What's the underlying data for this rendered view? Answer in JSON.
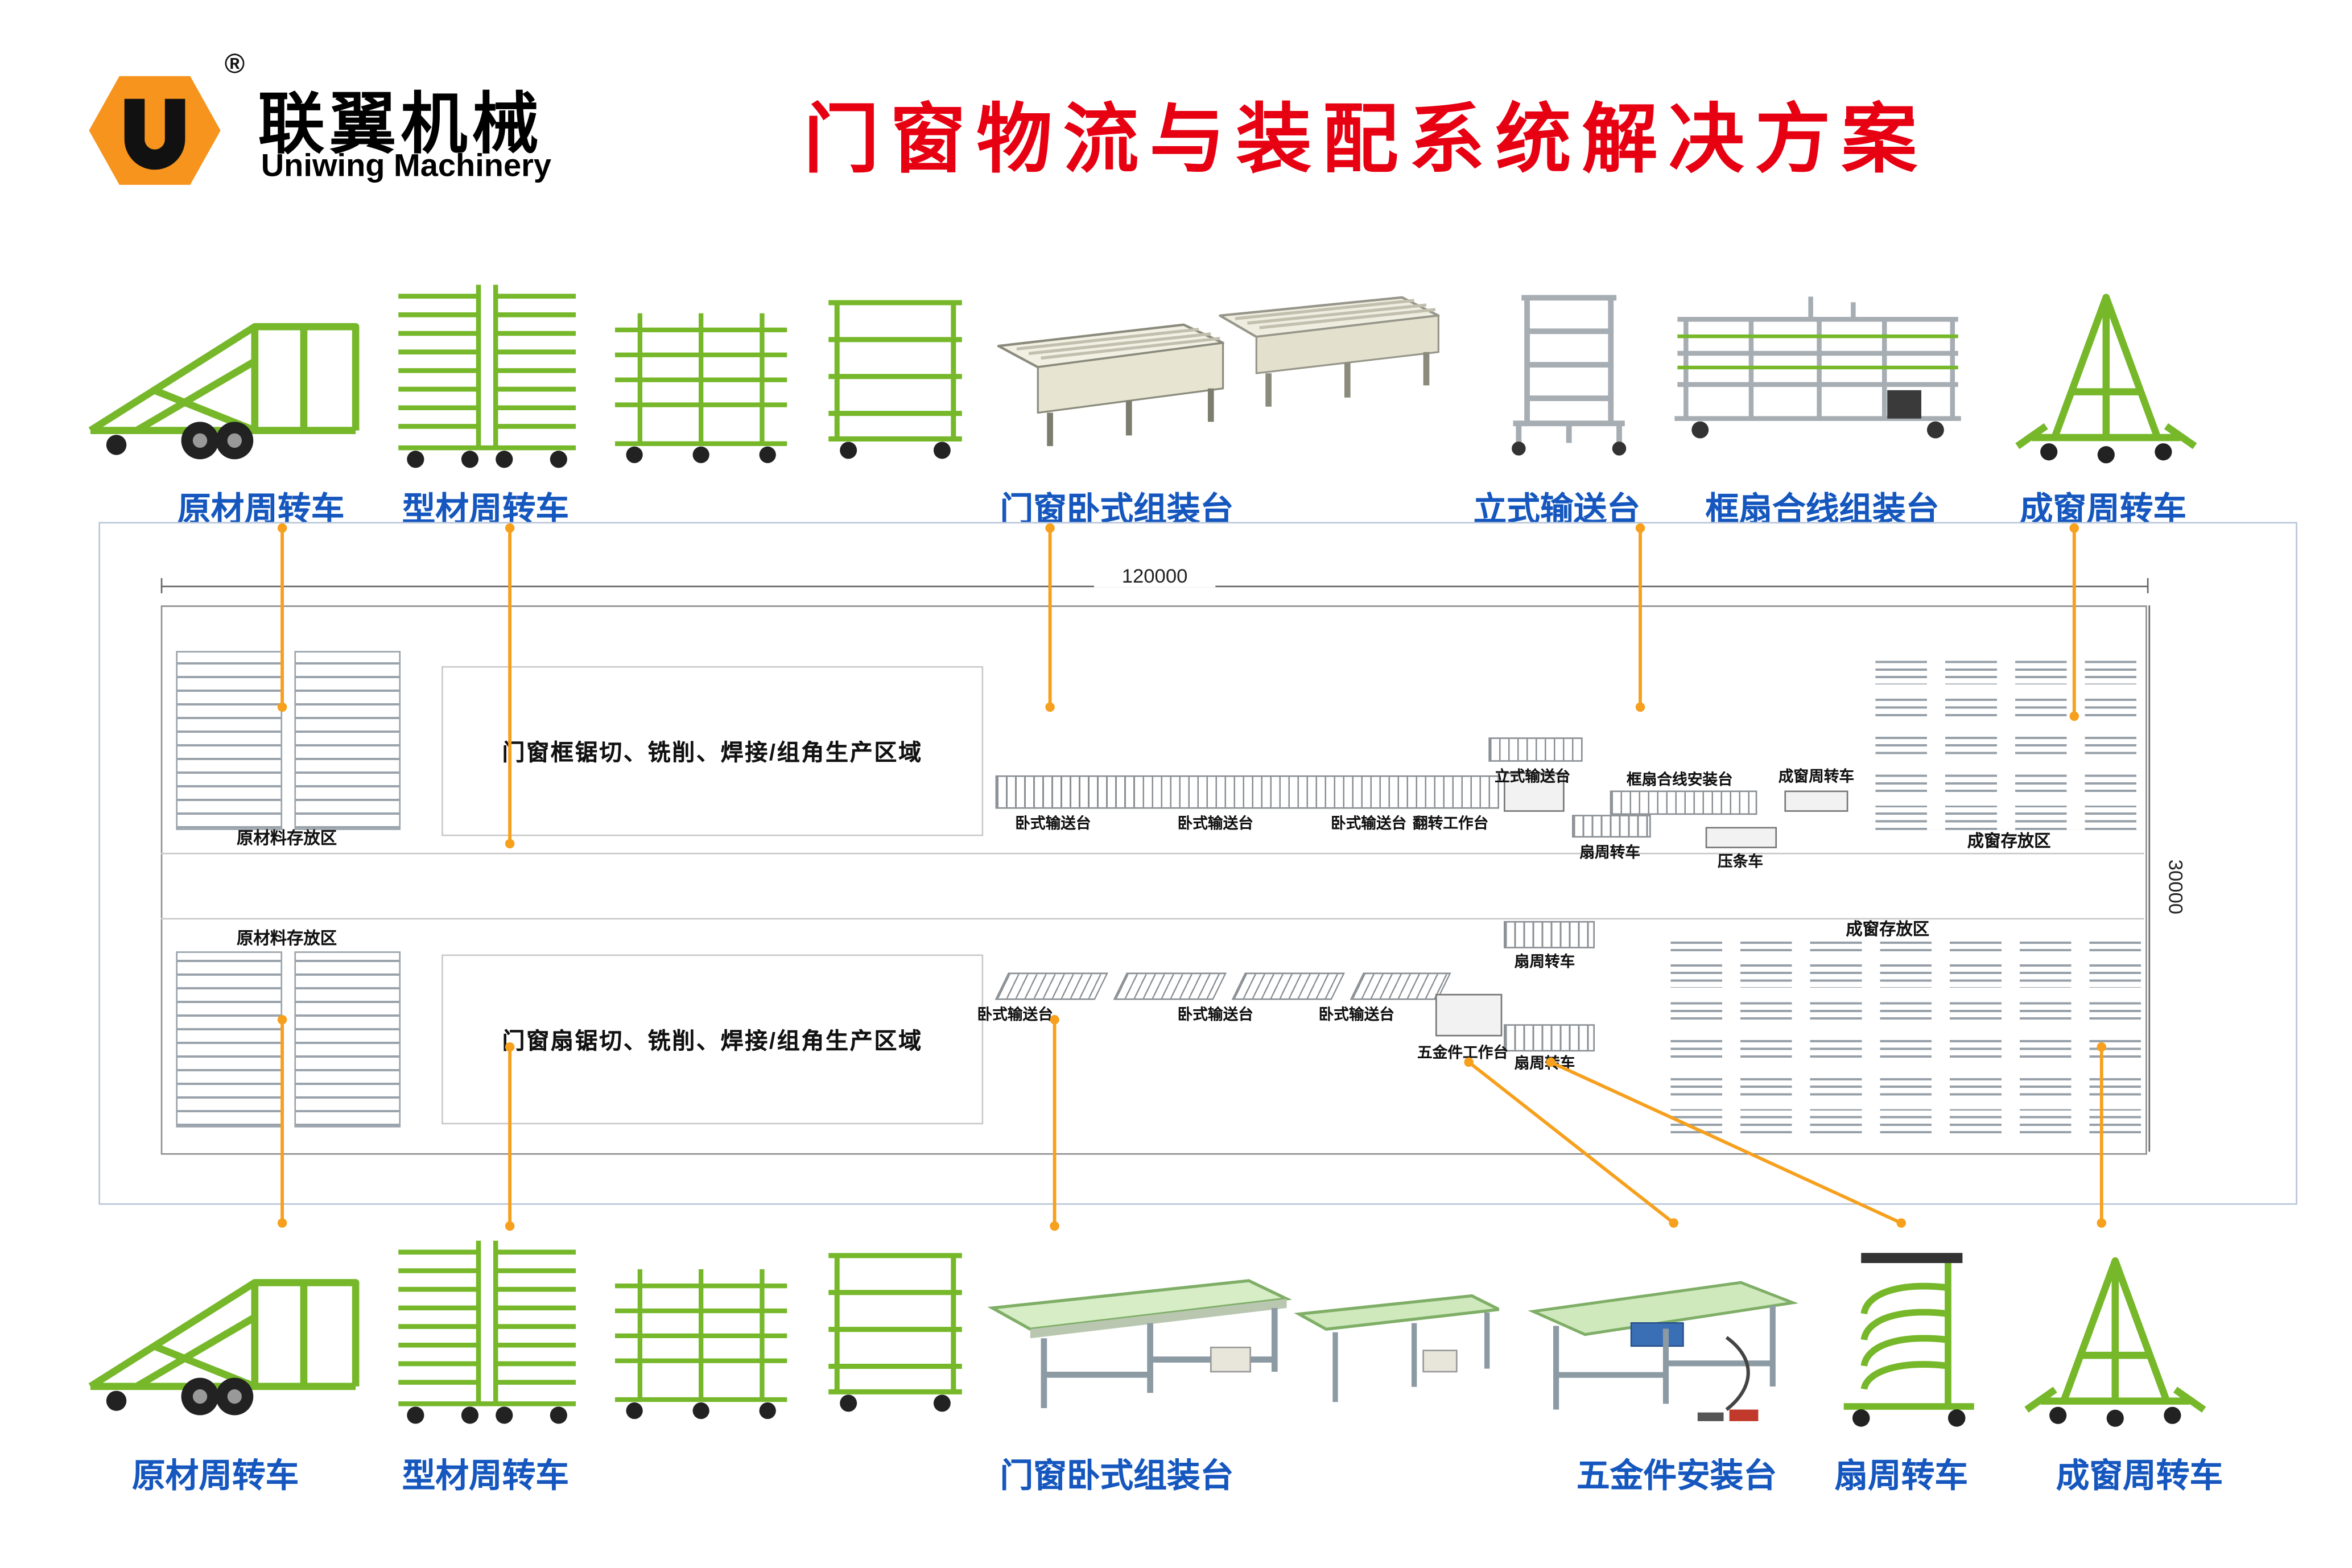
{
  "brand": {
    "logo_letter": "U",
    "registered": "®",
    "name_cn": "联翼机械",
    "name_en": "Uniwing Machinery"
  },
  "title": "门窗物流与装配系统解决方案",
  "colors": {
    "title_red": "#e60012",
    "label_blue": "#1557be",
    "connector_orange": "#f6a01d",
    "machine_green": "#76b82a"
  },
  "top_row": [
    {
      "label": "原材周转车",
      "icon": "trailer-cart-icon"
    },
    {
      "label": "型材周转车",
      "icon": "profile-rack-cart-icon"
    },
    {
      "label": "门窗卧式组装台",
      "icon": "roller-assembly-table-icon"
    },
    {
      "label": "立式输送台",
      "icon": "vertical-conveyor-icon"
    },
    {
      "label": "框扇合线组装台",
      "icon": "frame-sash-assembly-icon"
    },
    {
      "label": "成窗周转车",
      "icon": "a-frame-cart-icon"
    }
  ],
  "bottom_row": [
    {
      "label": "原材周转车",
      "icon": "trailer-cart-icon"
    },
    {
      "label": "型材周转车",
      "icon": "profile-rack-cart-icon"
    },
    {
      "label": "门窗卧式组装台",
      "icon": "assembly-table-icon"
    },
    {
      "label": "五金件安装台",
      "icon": "hardware-install-table-icon"
    },
    {
      "label": "扇周转车",
      "icon": "sash-cart-icon"
    },
    {
      "label": "成窗周转车",
      "icon": "a-frame-cart-icon"
    }
  ],
  "plan": {
    "dim_width": "120000",
    "dim_height": "30000",
    "raw_storage_top": "原材料存放区",
    "raw_storage_bottom": "原材料存放区",
    "zone_frame": "门窗框锯切、铣削、焊接/组角生产区域",
    "zone_sash": "门窗扇锯切、铣削、焊接/组角生产区域",
    "finished_top": "成窗存放区",
    "finished_bottom": "成窗存放区",
    "top_line": [
      {
        "text": "卧式输送台"
      },
      {
        "text": "卧式输送台"
      },
      {
        "text": "卧式输送台"
      },
      {
        "text": "翻转工作台"
      },
      {
        "text": "立式输送台"
      },
      {
        "text": "框扇合线安装台"
      },
      {
        "text": "成窗周转车"
      },
      {
        "text": "扇周转车"
      },
      {
        "text": "压条车"
      }
    ],
    "bottom_line": [
      {
        "text": "卧式输送台"
      },
      {
        "text": "卧式输送台"
      },
      {
        "text": "卧式输送台"
      },
      {
        "text": "五金件工作台"
      },
      {
        "text": "扇周转车"
      },
      {
        "text": "扇周转车"
      }
    ]
  }
}
